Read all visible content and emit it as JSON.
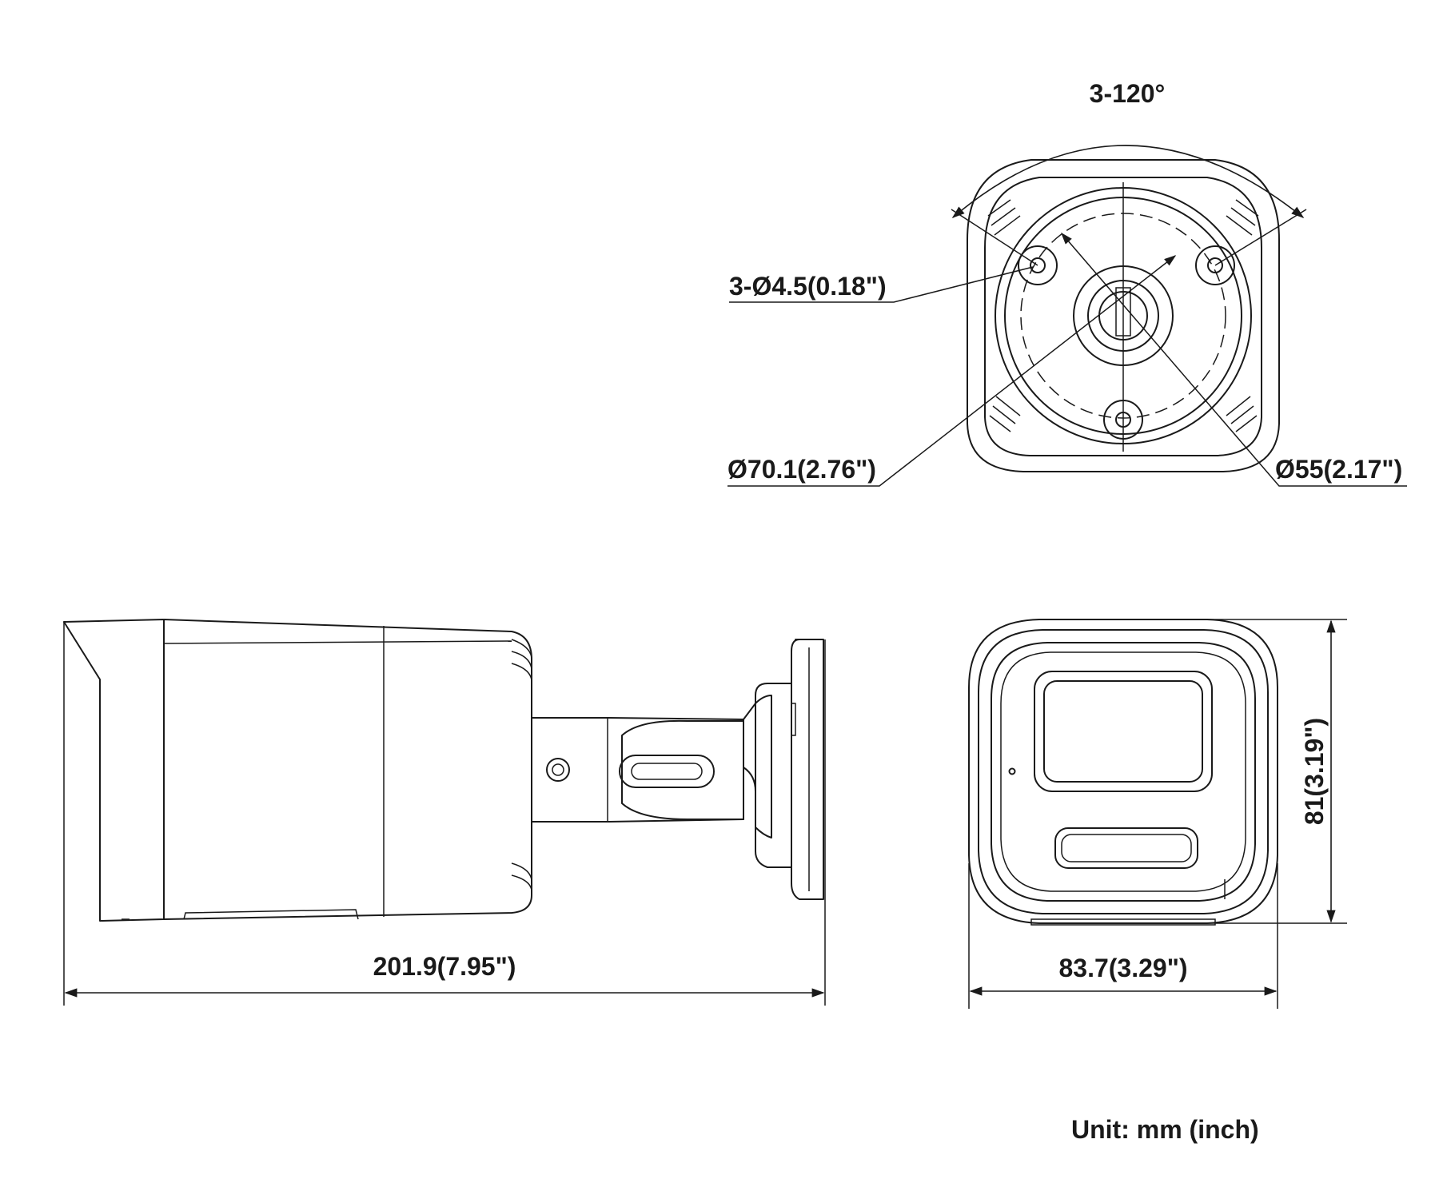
{
  "labels": {
    "angle": "3-120°",
    "mount_hole": "3-Ø4.5(0.18\")",
    "base_diameter": "Ø70.1(2.76\")",
    "hole_circle_diameter": "Ø55(2.17\")",
    "length": "201.9(7.95\")",
    "width": "83.7(3.29\")",
    "height": "81(3.19\")",
    "unit": "Unit: mm (inch)"
  }
}
